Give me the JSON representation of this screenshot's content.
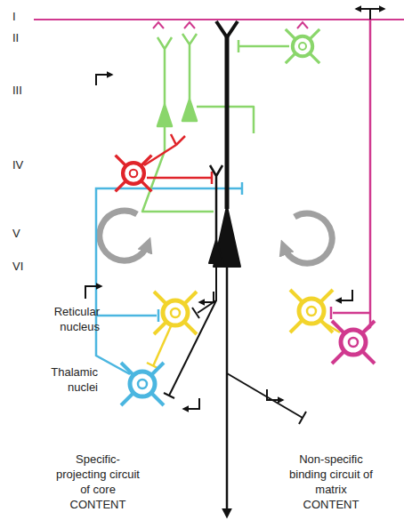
{
  "diagram": {
    "labels": [
      "I",
      "II",
      "III",
      "IV",
      "V",
      "VI",
      "Reticular nucleus",
      "Thalamic nuclei",
      "Specific-projecting circuit of core CONTENT",
      "Non-specific binding circuit of matrix CONTENT"
    ]
  }
}
